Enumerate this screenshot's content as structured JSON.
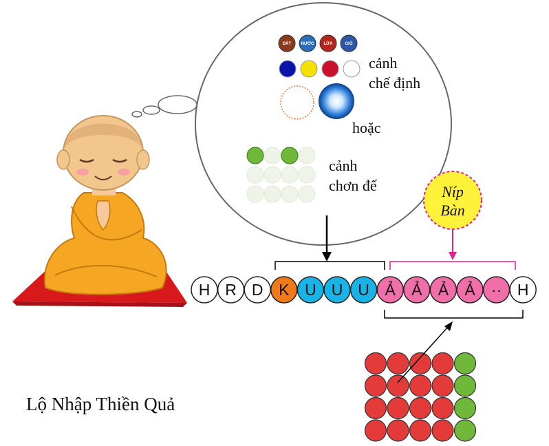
{
  "title": "Lộ Nhập Thiền Quả",
  "thought": {
    "elements": [
      {
        "label": "ĐẤT",
        "color": "#8b3a1e"
      },
      {
        "label": "NƯỚC",
        "color": "#2a6fb8"
      },
      {
        "label": "LỬA",
        "color": "#b3261e"
      },
      {
        "label": "GIÓ",
        "color": "#2f57a8"
      }
    ],
    "color_dots": [
      "#0a14a8",
      "#f5e000",
      "#c8102e",
      "#ffffff"
    ],
    "concept_label_1": "cảnh",
    "concept_label_2": "chế định",
    "or_label": "hoặc",
    "reality_label_1": "cảnh",
    "reality_label_2": "chơn đế"
  },
  "nibbana": {
    "line1": "Níp",
    "line2": "Bàn",
    "fill": "#fff23a",
    "border": "#e0219a"
  },
  "stream": [
    {
      "label": "H",
      "kind": "bhavanga"
    },
    {
      "label": "R",
      "kind": "bhavanga"
    },
    {
      "label": "D",
      "kind": "bhavanga"
    },
    {
      "label": "K",
      "kind": "mind-door"
    },
    {
      "label": "U",
      "kind": "preparation"
    },
    {
      "label": "U",
      "kind": "preparation"
    },
    {
      "label": "U",
      "kind": "preparation"
    },
    {
      "label": "Ả",
      "kind": "fruition"
    },
    {
      "label": "Ả",
      "kind": "fruition"
    },
    {
      "label": "Ả",
      "kind": "fruition"
    },
    {
      "label": "Ả",
      "kind": "fruition"
    },
    {
      "label": "··",
      "kind": "fruition"
    },
    {
      "label": "H",
      "kind": "bhavanga"
    }
  ],
  "colors": {
    "bhavanga": "#ffffff",
    "mind-door": "#f07a1a",
    "preparation": "#1ab3e6",
    "fruition": "#f06fa8",
    "red": "#e33a3a",
    "green": "#6fb83a",
    "pale": "#eef5e8"
  }
}
